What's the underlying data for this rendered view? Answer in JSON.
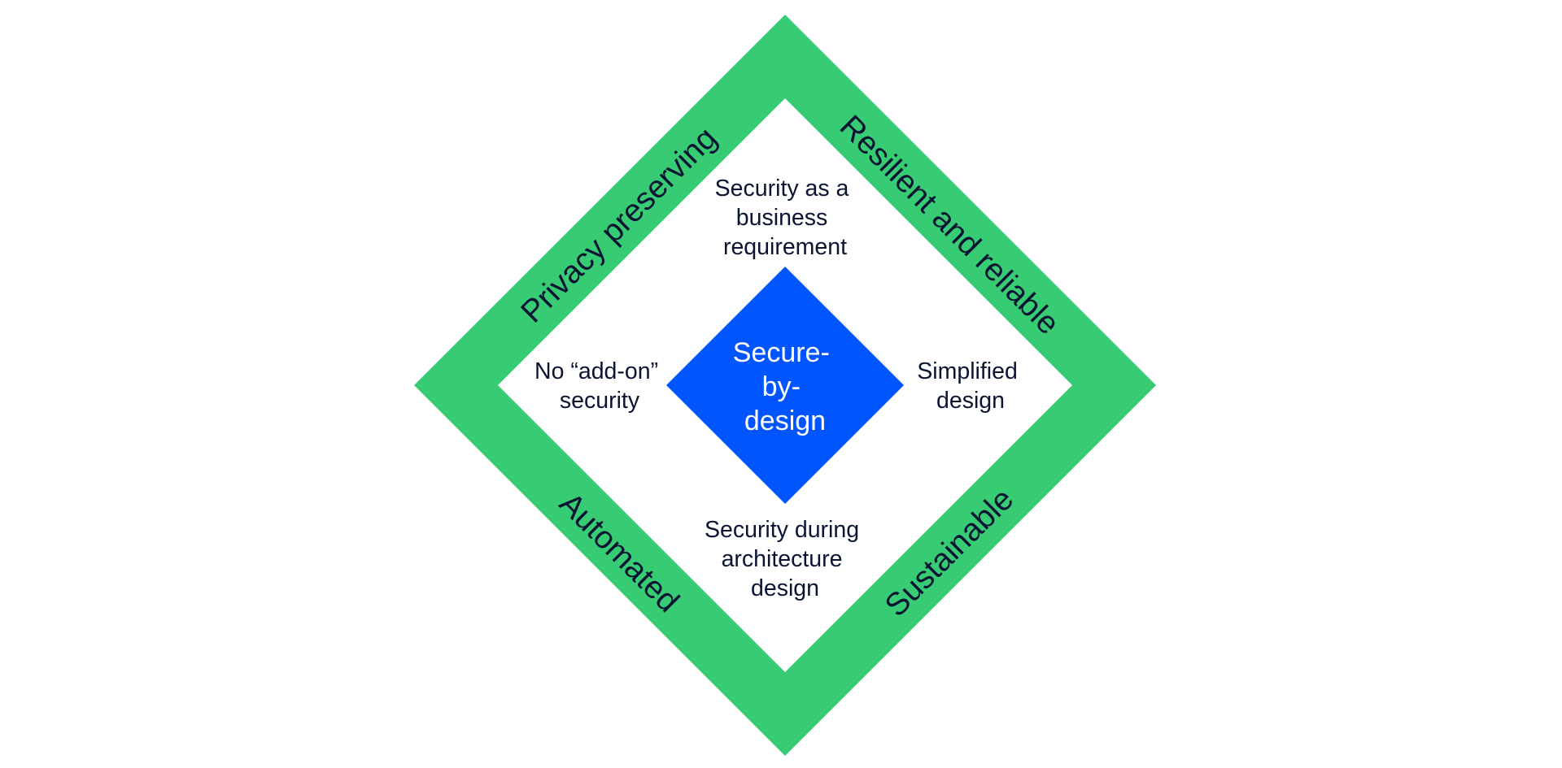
{
  "diagram": {
    "colors": {
      "outer_band": "#37cc73",
      "inner_area": "#ffffff",
      "core": "#0055ff",
      "text_dark": "#0b1533",
      "text_light": "#ffffff"
    },
    "outer_labels": {
      "top_left": "Privacy preserving",
      "top_right": "Resilient and reliable",
      "bottom_left": "Automated",
      "bottom_right": "Sustainable"
    },
    "inner_labels": {
      "top": [
        "Security as a",
        "business",
        "requirement"
      ],
      "left": [
        "No “add-on”",
        "security"
      ],
      "right": [
        "Simplified",
        "design"
      ],
      "bottom": [
        "Security during",
        "architecture",
        "design"
      ]
    },
    "core_label": [
      "Secure-",
      "by-",
      "design"
    ]
  }
}
